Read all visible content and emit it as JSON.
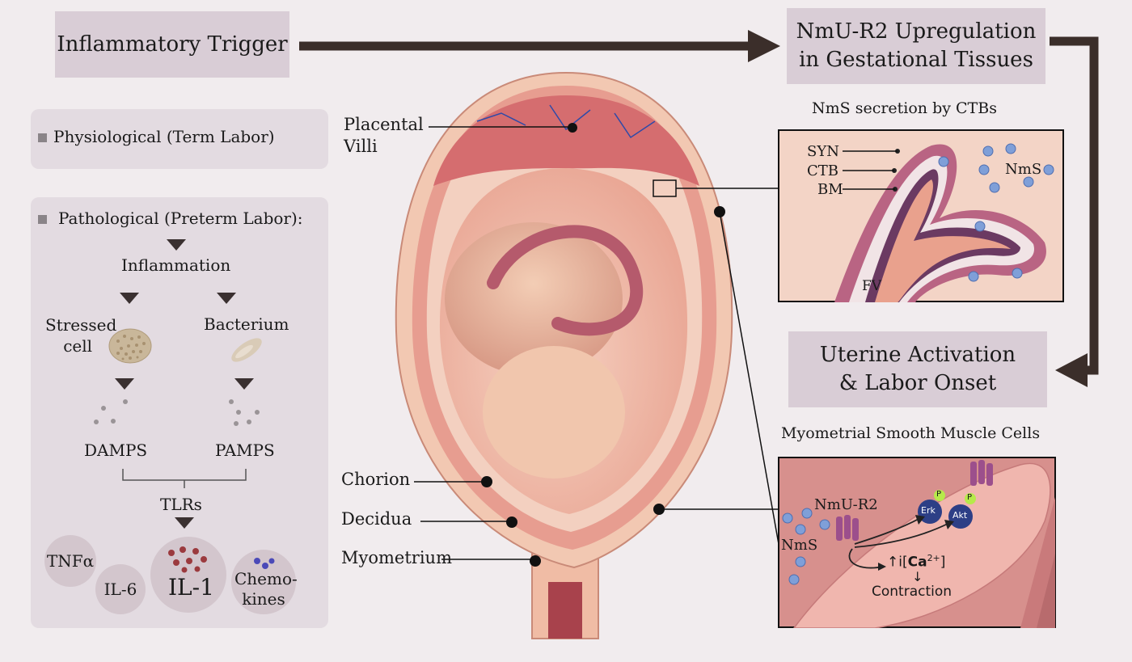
{
  "top": {
    "trigger": "Inflammatory Trigger",
    "upregulation_l1": "NmU-R2 Upregulation",
    "upregulation_l2": "in Gestational Tissues",
    "activation_l1": "Uterine Activation",
    "activation_l2": "& Labor Onset"
  },
  "left": {
    "physiological": "Physiological (Term Labor)",
    "pathological": "Pathological (Preterm Labor):",
    "inflammation": "Inflammation",
    "stressed_l1": "Stressed",
    "stressed_l2": "cell",
    "bacterium": "Bacterium",
    "damps": "DAMPS",
    "pamps": "PAMPS",
    "tlrs": "TLRs",
    "cytokines": {
      "tnf": "TNFα",
      "il6": "IL-6",
      "il1": "IL-1",
      "chemo_l1": "Chemo-",
      "chemo_l2": "kines"
    }
  },
  "uterus_labels": {
    "placental_l1": "Placental",
    "placental_l2": "Villi",
    "chorion": "Chorion",
    "decidua": "Decidua",
    "myometrium": "Myometrium"
  },
  "villi_inset": {
    "title": "NmS secretion by CTBs",
    "syn": "SYN",
    "ctb": "CTB",
    "bm": "BM",
    "nms": "NmS",
    "fv": "FV"
  },
  "muscle_inset": {
    "title": "Myometrial Smooth Muscle Cells",
    "receptor": "NmU-R2",
    "nms": "NmS",
    "erk": "Erk",
    "akt": "Akt",
    "phospho": "P",
    "calcium_prefix": "↑i[",
    "calcium_ion": "Ca",
    "calcium_charge": "2+",
    "calcium_suffix": "]",
    "down_arrow": "↓",
    "contraction": "Contraction"
  },
  "colors": {
    "title_box": "#d9cdd6",
    "panel": "#e3dbe1",
    "arrow": "#3b2e2a",
    "tissue": "#e8a99c",
    "membrane": "#b9587a",
    "nms_dot": "#7f9fd8",
    "kinase": "#2d3f86",
    "phospho": "#b6ea4a"
  }
}
